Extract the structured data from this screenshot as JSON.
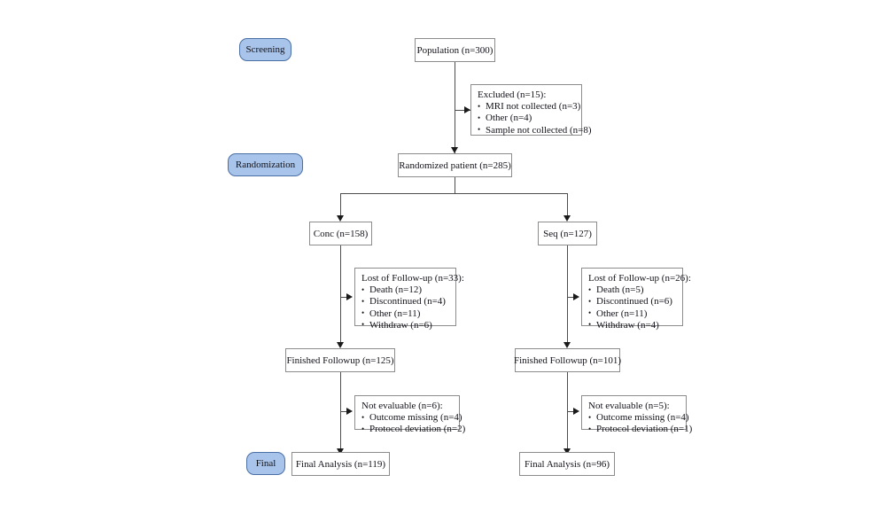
{
  "diagram": {
    "title": "Clinical trial participant flow diagram",
    "type": "flowchart",
    "background_color": "#ffffff",
    "box_border_color": "#8c8c8c",
    "connector_color": "#4d4d4d",
    "pill_fill_color": "#a8c4ea",
    "pill_border_color": "#4a6fa5"
  },
  "stages": {
    "screening": "Screening",
    "randomization": "Randomization",
    "final": "Final"
  },
  "nodes": {
    "population": "Population (n=300)",
    "randomized": "Randomized patient (n=285)",
    "conc": "Conc (n=158)",
    "seq": "Seq (n=127)",
    "finished_left": "Finished Followup (n=125)",
    "finished_right": "Finished Followup (n=101)",
    "final_left": "Final Analysis (n=119)",
    "final_right": "Final Analysis (n=96)"
  },
  "excluded": {
    "header": "Excluded (n=15):",
    "items": [
      "MRI not collected (n=3)",
      "Other (n=4)",
      "Sample not collected (n=8)"
    ]
  },
  "lost_left": {
    "header": "Lost of Follow-up (n=33):",
    "items": [
      "Death (n=12)",
      "Discontinued (n=4)",
      "Other (n=11)",
      "Withdraw (n=6)"
    ]
  },
  "lost_right": {
    "header": "Lost of Follow-up (n=26):",
    "items": [
      "Death (n=5)",
      "Discontinued (n=6)",
      "Other (n=11)",
      "Withdraw (n=4)"
    ]
  },
  "notevaluable_left": {
    "header": "Not evaluable (n=6):",
    "items": [
      "Outcome missing (n=4)",
      "Protocol deviation (n=2)"
    ]
  },
  "notevaluable_right": {
    "header": "Not evaluable (n=5):",
    "items": [
      "Outcome missing (n=4)",
      "Protocol deviation (n=1)"
    ]
  }
}
